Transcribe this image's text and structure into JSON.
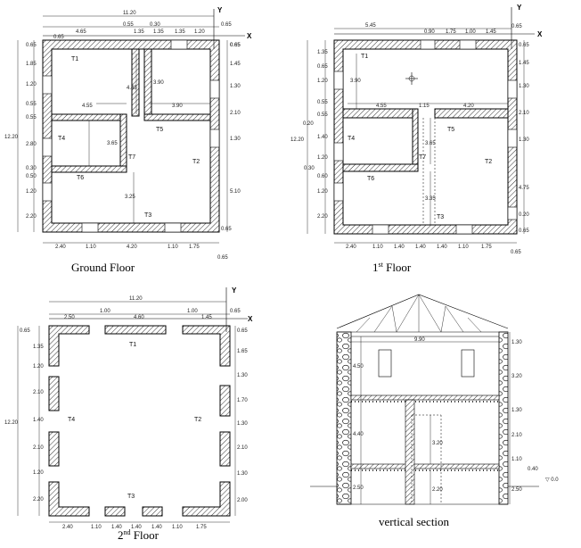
{
  "captions": {
    "ground": "Ground Floor",
    "first_num": "1",
    "first_sup": "st",
    "first_rest": " Floor",
    "second_num": "2",
    "second_sup": "nd",
    "second_rest": " Floor",
    "section": "vertical section"
  },
  "axes": {
    "x": "X",
    "y": "Y"
  },
  "ground": {
    "rooms": [
      "T1",
      "T2",
      "T3",
      "T4",
      "T5",
      "T6",
      "T7"
    ],
    "dims_top": [
      "11.20",
      "4.65",
      "0.55",
      "0.30",
      "1.35",
      "1.35",
      "1.20",
      "0.65",
      "0.65",
      "1.35",
      "0.65"
    ],
    "dims_left": [
      "0.65",
      "1.85",
      "1.20",
      "0.55",
      "0.55",
      "2.80",
      "0.30",
      "0.50",
      "1.20",
      "2.20",
      "12.20"
    ],
    "dims_right": [
      "0.65",
      "1.45",
      "1.30",
      "2.10",
      "1.30",
      "5.10",
      "0.65"
    ],
    "dims_bottom": [
      "2.40",
      "1.10",
      "4.20",
      "1.10",
      "1.75",
      "0.65"
    ],
    "dims_inner": [
      "4.45",
      "3.90",
      "3.90",
      "4.55",
      "3.65",
      "3.25"
    ]
  },
  "first": {
    "rooms": [
      "T1",
      "T2",
      "T3",
      "T4",
      "T5",
      "T6",
      "T7"
    ],
    "dims_top": [
      "5.45",
      "0.90",
      "1.75",
      "1.00",
      "1.45",
      "0.65"
    ],
    "dims_left": [
      "1.35",
      "0.65",
      "1.20",
      "0.55",
      "0.55",
      "0.20",
      "1.40",
      "1.20",
      "0.30",
      "0.60",
      "1.20",
      "2.20",
      "12.20"
    ],
    "dims_right": [
      "0.65",
      "1.45",
      "1.30",
      "2.10",
      "1.30",
      "4.75",
      "0.20",
      "0.65"
    ],
    "dims_bottom": [
      "2.40",
      "1.10",
      "1.40",
      "1.40",
      "1.40",
      "1.10",
      "1.75",
      "0.65"
    ],
    "dims_inner": [
      "3.90",
      "4.55",
      "1.15",
      "4.20",
      "3.65",
      "3.35"
    ]
  },
  "second": {
    "rooms": [
      "T1",
      "T2",
      "T3",
      "T4"
    ],
    "dims_top": [
      "11.20",
      "2.50",
      "1.00",
      "4.60",
      "1.00",
      "1.45",
      "0.65"
    ],
    "dims_left": [
      "0.65",
      "1.35",
      "1.20",
      "2.10",
      "1.40",
      "2.10",
      "1.20",
      "2.20",
      "12.20"
    ],
    "dims_right": [
      "0.65",
      "1.65",
      "1.30",
      "1.70",
      "1.30",
      "2.10",
      "1.30",
      "2.00"
    ],
    "dims_bottom": [
      "2.40",
      "1.10",
      "1.40",
      "1.40",
      "1.40",
      "1.10",
      "1.75"
    ]
  },
  "section": {
    "dims": [
      "9.90",
      "4.50",
      "4.40",
      "2.50",
      "3.20",
      "2.20",
      "1.30",
      "3.20",
      "1.30",
      "2.10",
      "1.10",
      "0.40",
      "0.0"
    ],
    "ground_mark": "▽ 0.0"
  }
}
